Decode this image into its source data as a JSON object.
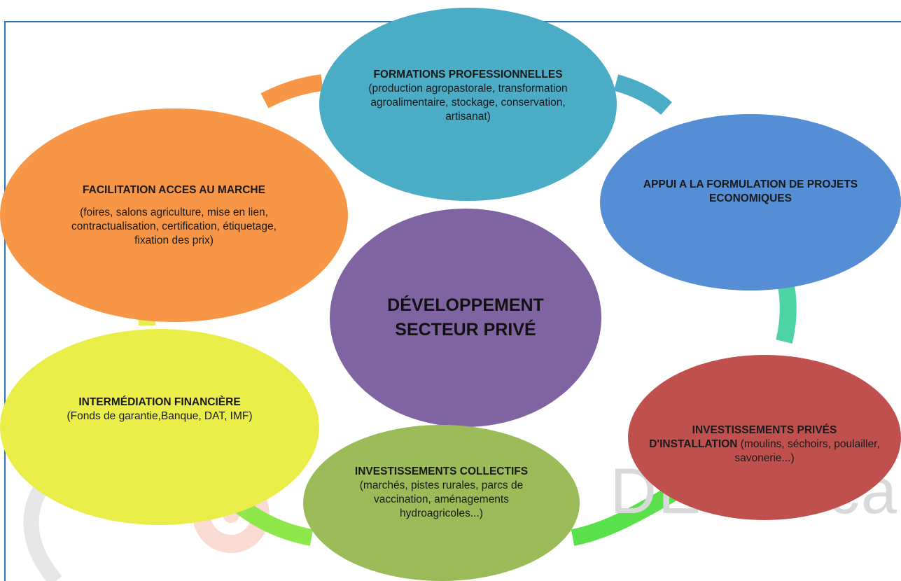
{
  "colors": {
    "frame": "#2e75b6",
    "formations": "#4bacc6",
    "facilitation": "#f79646",
    "appui": "#558ed5",
    "center": "#8064a2",
    "intermediation": "#ebee48",
    "investissements_prives": "#c0504d",
    "investissements_collectifs": "#9bbb59",
    "connector_orange": "#f79646",
    "connector_teal": "#4bacc6",
    "connector_mint": "#4dd3a4",
    "connector_green": "#59e04a",
    "connector_lightgreen": "#8ee84c",
    "connector_yellow": "#e6ef4f"
  },
  "center": {
    "line1": "DÉVELOPPEMENT",
    "line2": "SECTEUR PRIVÉ"
  },
  "nodes": {
    "formations": {
      "title": "FORMATIONS PROFESSIONNELLES",
      "desc": "(production agropastorale, transformation agroalimentaire, stockage, conservation, artisanat)"
    },
    "appui": {
      "title": "APPUI A LA FORMULATION DE PROJETS ECONOMIQUES"
    },
    "investissements_prives": {
      "title": "INVESTISSEMENTS PRIVÉS D'INSTALLATION",
      "desc": "(moulins, séchoirs, poulailler, savonerie...)"
    },
    "investissements_collectifs": {
      "title": "INVESTISSEMENTS COLLECTIFS",
      "desc": "(marchés, pistes rurales, parcs de vaccination, aménagements hydroagricoles...)"
    },
    "intermediation": {
      "title": "INTERMÉDIATION FINANCIÈRE",
      "desc": "(Fonds de garantie,Banque, DAT, IMF)"
    },
    "facilitation": {
      "title": "FACILITATION ACCES AU MARCHE",
      "desc": "(foires, salons agriculture, mise en lien, contractualisation, certification, étiquetage, fixation des prix)"
    }
  },
  "watermark": {
    "text": "DE-Africa"
  }
}
